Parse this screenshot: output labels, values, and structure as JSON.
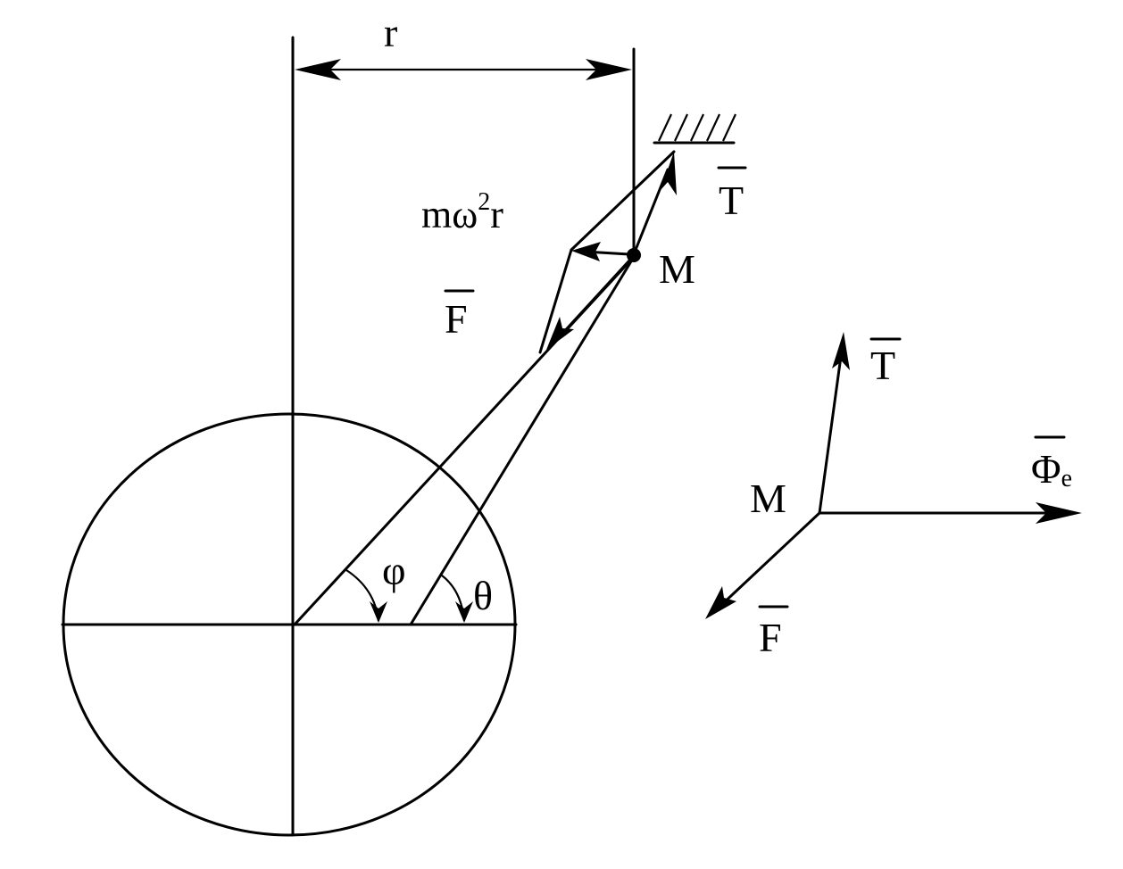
{
  "labels": {
    "radius": "r",
    "centrifugal_force": "mω",
    "centrifugal_force_exp": "2",
    "centrifugal_force_tail": "r",
    "tension_top": "T",
    "point_main": "M",
    "force_main": "F",
    "angle_phi": "φ",
    "angle_theta": "θ",
    "tension_side": "T",
    "point_side": "M",
    "phi_e": "Φ",
    "phi_e_sub": "e",
    "force_side": "F"
  },
  "colors": {
    "ink": "#000000",
    "background": "#ffffff"
  }
}
